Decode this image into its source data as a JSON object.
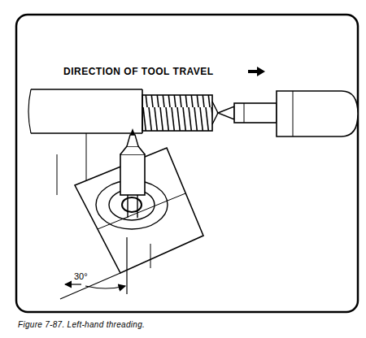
{
  "diagram": {
    "caption": "Figure 7-87. Left-hand threading.",
    "labels": [
      "DIRECTION OF TOOL TRAVEL",
      "30°"
    ]
  }
}
